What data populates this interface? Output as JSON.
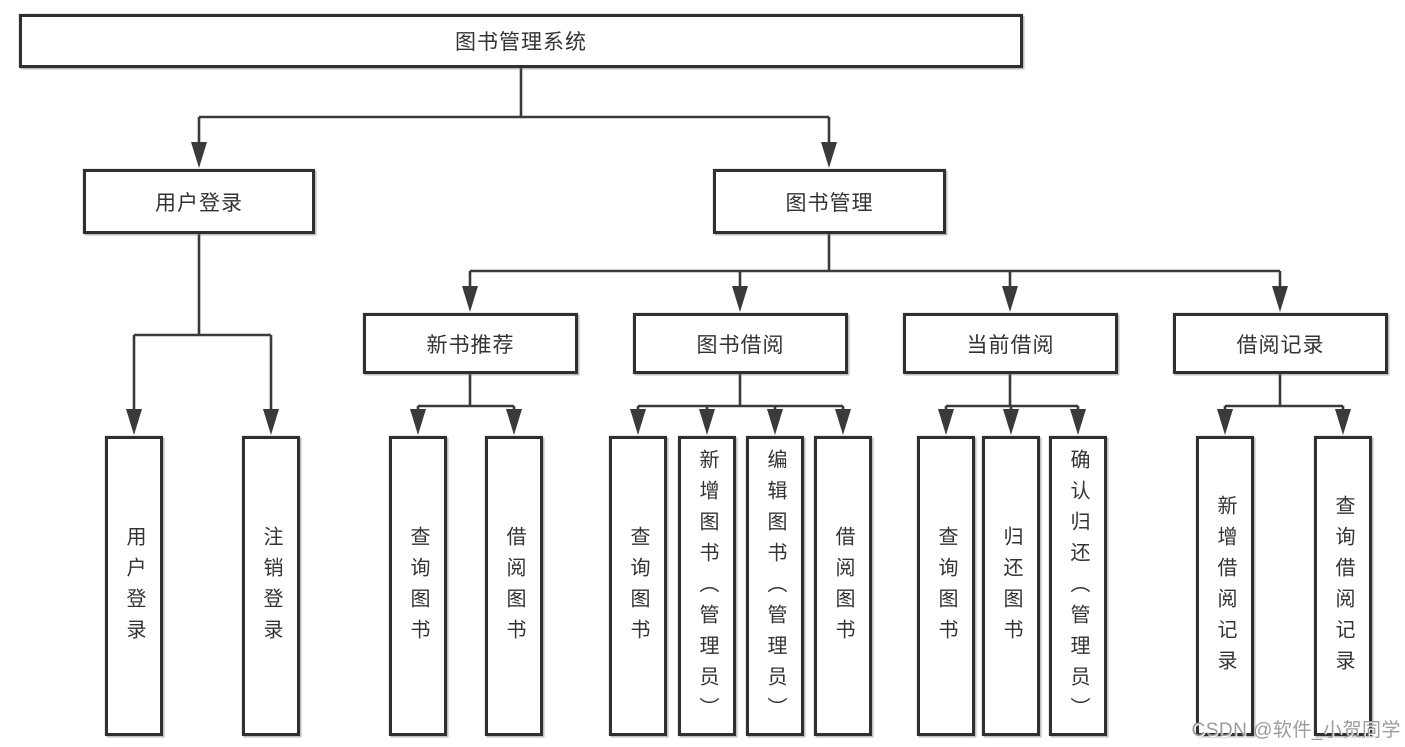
{
  "diagram": {
    "root": "图书管理系统",
    "branches": [
      {
        "label": "用户登录",
        "children": [
          {
            "label": "用户登录"
          },
          {
            "label": "注销登录"
          }
        ]
      },
      {
        "label": "图书管理",
        "children": [
          {
            "label": "新书推荐",
            "children": [
              {
                "label": "查询图书"
              },
              {
                "label": "借阅图书"
              }
            ]
          },
          {
            "label": "图书借阅",
            "children": [
              {
                "label": "查询图书"
              },
              {
                "label": "新增图书（管理员）"
              },
              {
                "label": "编辑图书（管理员）"
              },
              {
                "label": "借阅图书"
              }
            ]
          },
          {
            "label": "当前借阅",
            "children": [
              {
                "label": "查询图书"
              },
              {
                "label": "归还图书"
              },
              {
                "label": "确认归还（管理员）"
              }
            ]
          },
          {
            "label": "借阅记录",
            "children": [
              {
                "label": "新增借阅记录"
              },
              {
                "label": "查询借阅记录"
              }
            ]
          }
        ]
      }
    ],
    "line_color": "#3a3a3a",
    "border_color": "#2f2f2f",
    "text_color": "#333333",
    "background_color": "#ffffff"
  },
  "watermark": "CSDN @软件_小贺同学"
}
